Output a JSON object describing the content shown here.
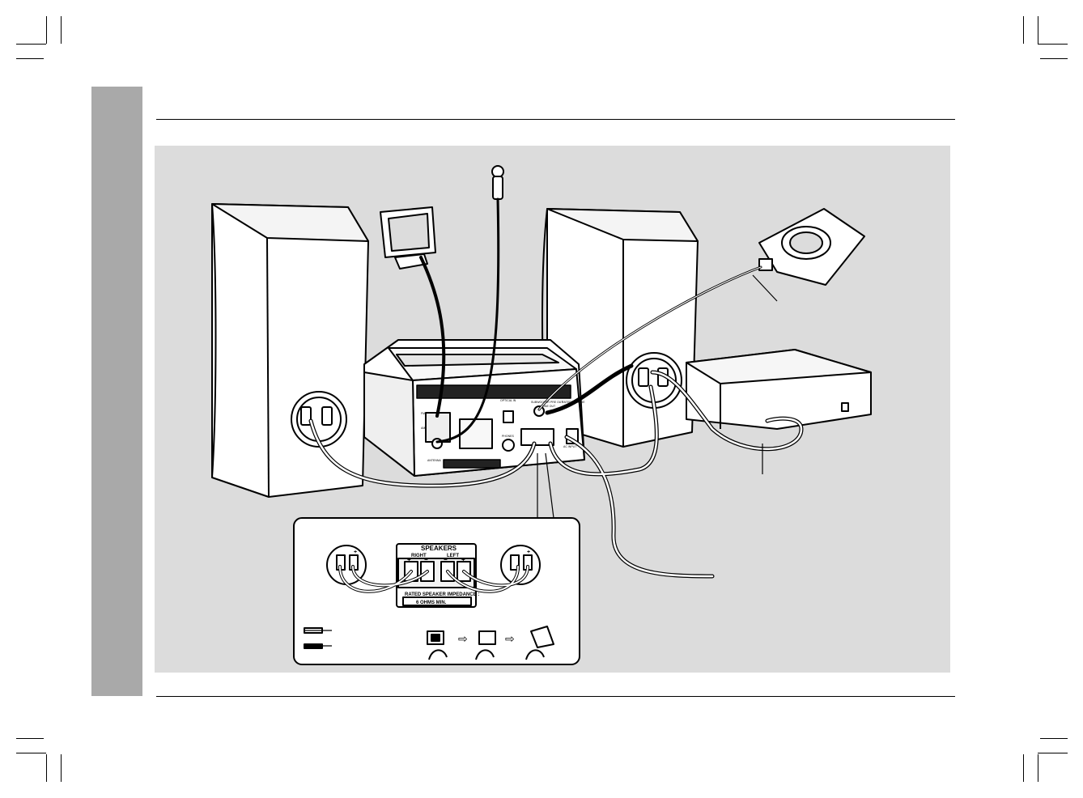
{
  "labels": {
    "speakers": "SPEAKERS",
    "right": "RIGHT",
    "left": "LEFT",
    "plus": "+",
    "minus": "−",
    "impedance_line1": "RATED SPEAKER IMPEDANCE :",
    "impedance_line2": "6 OHMS MIN.",
    "antenna": "ANTENNA",
    "fm": "FM",
    "am": "AM",
    "ac_input": "AC INPUT",
    "optical_in": "OPTICAL IN",
    "phones": "PHONES",
    "line_out": "LINE OUT",
    "subwoofer_pre_out": "SUBWOOFER PRE OUT",
    "rated_voltage": "RATED VOLTAGE"
  },
  "colors": {
    "side_tab": "#a9a9a9",
    "panel_bg": "#dcdcdc",
    "line": "#000000"
  }
}
